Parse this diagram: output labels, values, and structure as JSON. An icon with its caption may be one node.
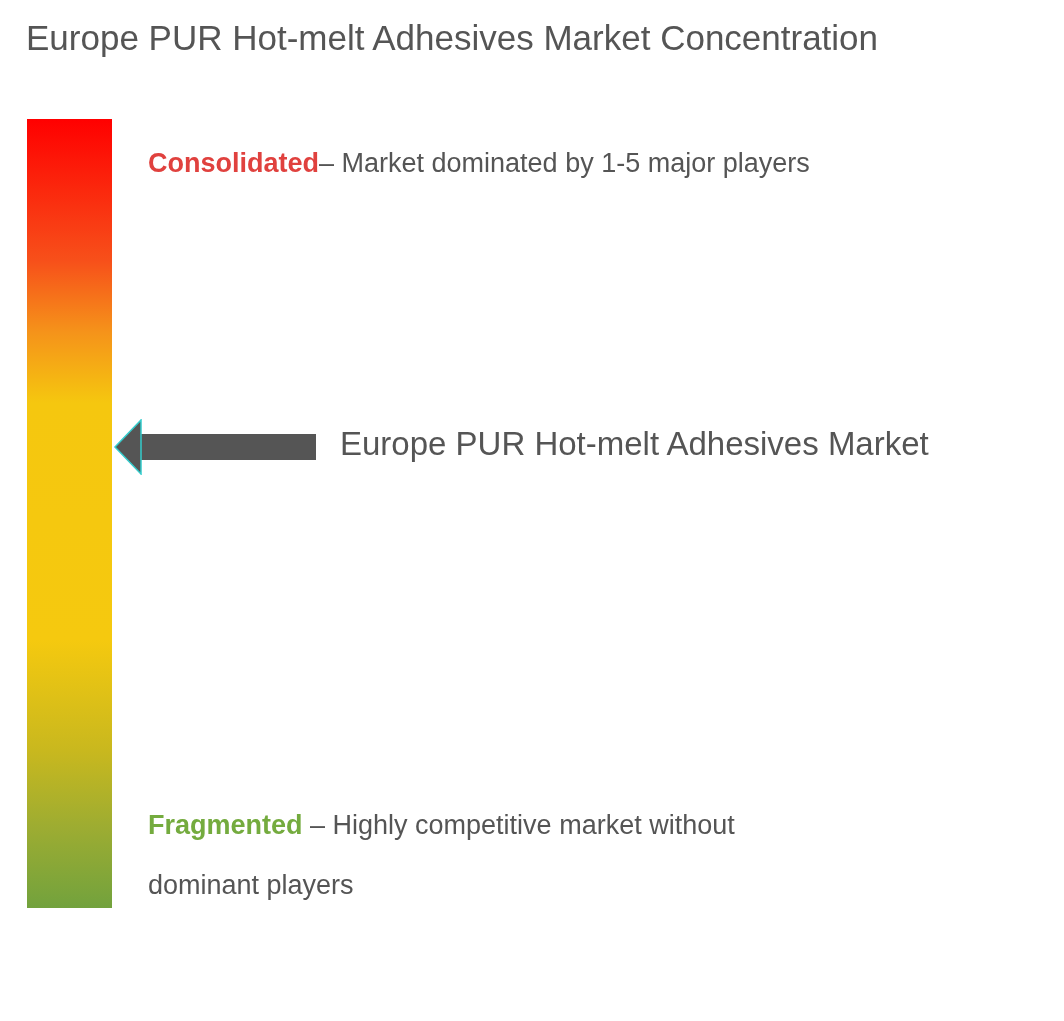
{
  "diagram": {
    "title": "Europe PUR Hot-melt Adhesives Market Concentration",
    "nodes": [
      {
        "text": [],
        "shape": "bar"
      },
      {
        "text": [
          "Europe PUR Hot-melt Adhesives Market"
        ]
      }
    ],
    "edges": [
      {
        "from": 1,
        "to": 0,
        "arrow": "to"
      }
    ],
    "labels": [
      "**Consolidated**– Market dominated by 1-5 major players",
      "**Fragmented** – Highly competitive market without dominant players"
    ]
  }
}
